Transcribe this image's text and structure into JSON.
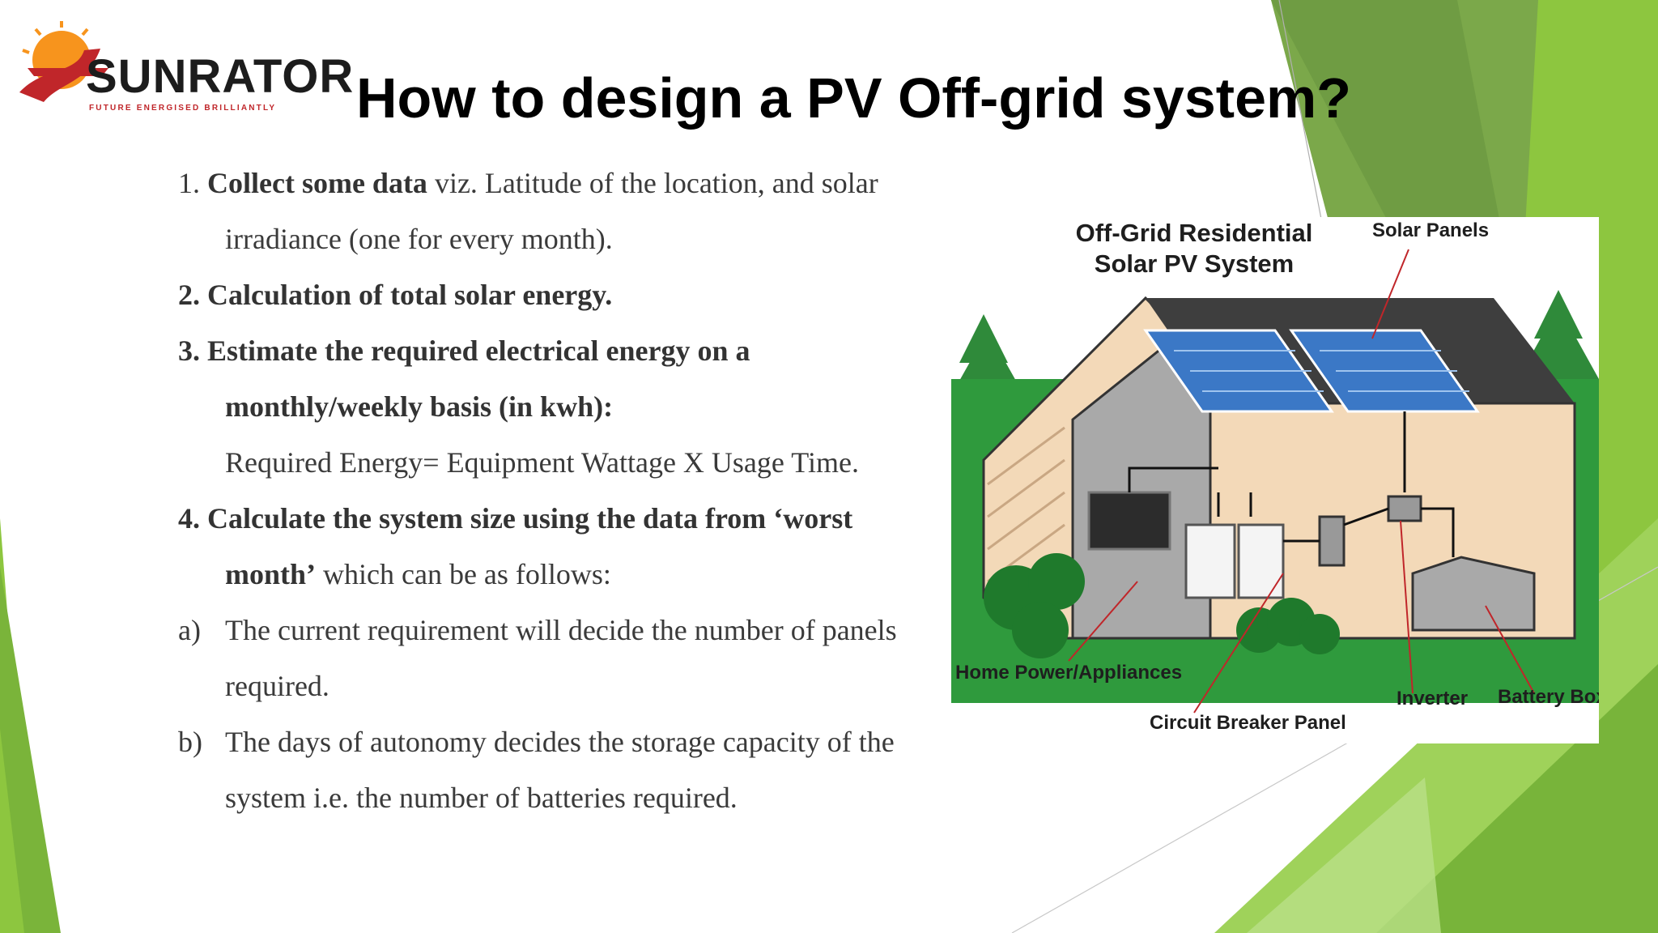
{
  "logo": {
    "wordmark": "SUNRATOR",
    "tagline": "FUTURE ENERGISED BRILLIANTLY"
  },
  "title": "How to design a PV Off-grid system?",
  "steps": {
    "s1": {
      "num": "1.",
      "bold": "Collect some data",
      "rest": " viz. Latitude of the location, and solar",
      "cont": "irradiance (one for every month)."
    },
    "s2": {
      "bold": "2. Calculation of total solar energy."
    },
    "s3": {
      "bold1": "3. Estimate the required electrical energy on a",
      "bold2": "monthly/weekly basis (in kwh):",
      "formula": "Required Energy= Equipment Wattage X Usage Time."
    },
    "s4": {
      "bold1": "4. Calculate the system size using the data from ‘worst",
      "bold2": "month’",
      "rest": "  which can be as follows:"
    },
    "a": {
      "marker": "a)",
      "text": "The current requirement will decide the number of panels",
      "cont": "required."
    },
    "b": {
      "marker": "b)",
      "text": "The days of autonomy decides the storage capacity of the",
      "cont": "system i.e. the number of batteries required."
    }
  },
  "diagram": {
    "title1": "Off-Grid Residential",
    "title2": "Solar PV System",
    "labels": {
      "solar_panels": "Solar Panels",
      "home_power": "Home Power/Appliances",
      "circuit_breaker": "Circuit Breaker Panel",
      "inverter": "Inverter",
      "battery_box": "Battery Box"
    }
  },
  "colors": {
    "accent_green": "#8dc63f",
    "dark_green": "#6b9a3a",
    "logo_red": "#c0262a",
    "logo_orange": "#f7941d",
    "panel_blue": "#3b78c6"
  }
}
